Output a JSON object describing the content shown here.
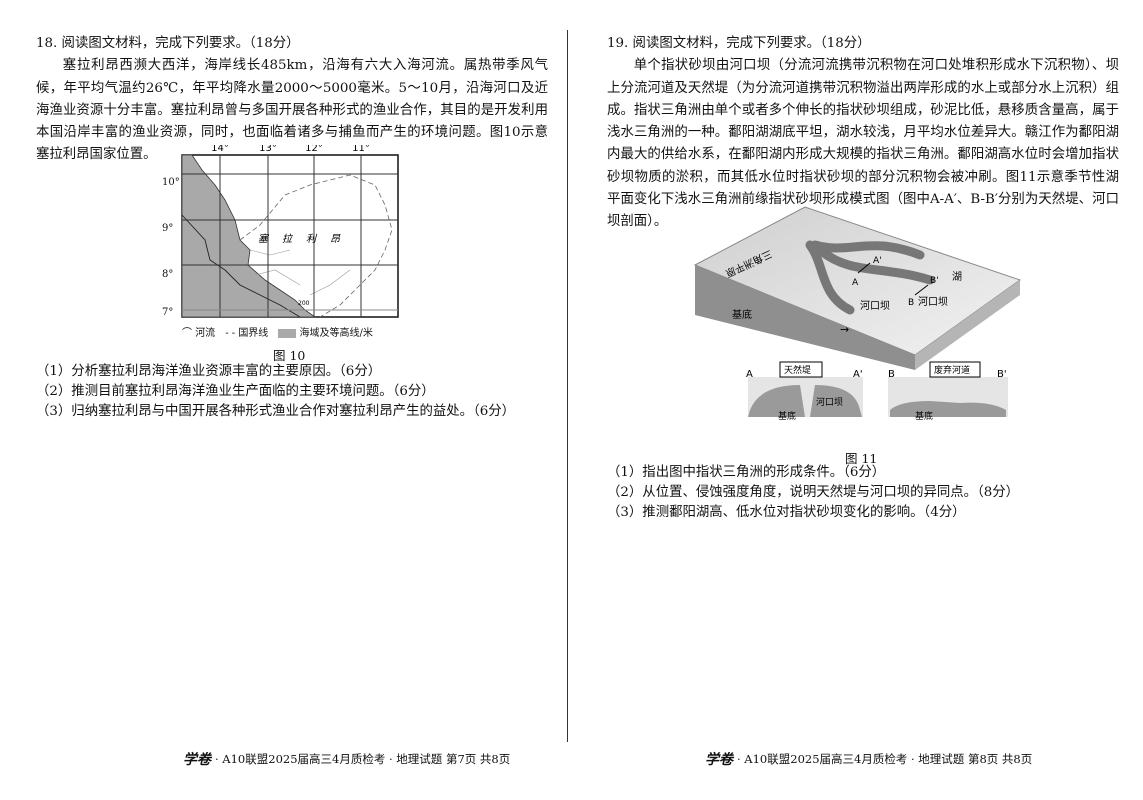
{
  "left": {
    "title": "18. 阅读图文材料，完成下列要求。（18分）",
    "paragraph": "塞拉利昂西濒大西洋，海岸线长485km，沿海有六大入海河流。属热带季风气候，年平均气温约26℃，年平均降水量2000～5000毫米。5～10月，沿海河口及近海渔业资源十分丰富。塞拉利昂曾与多国开展各种形式的渔业合作，其目的是开发利用本国沿岸丰富的渔业资源，同时，也面临着诸多与捕鱼而产生的环境问题。图10示意塞拉利昂国家位置。",
    "map": {
      "lon_labels": [
        "14°",
        "13°",
        "12°",
        "11°"
      ],
      "lat_labels": [
        "10°",
        "9°",
        "8°",
        "7°"
      ],
      "country_label": "塞拉利昂",
      "contour_label": "200",
      "legend": [
        "河流",
        "国界线",
        "海域及等高线/米"
      ]
    },
    "caption": "图 10",
    "questions": [
      "（1）分析塞拉利昂海洋渔业资源丰富的主要原因。（6分）",
      "（2）推测目前塞拉利昂海洋渔业生产面临的主要环境问题。（6分）",
      "（3）归纳塞拉利昂与中国开展各种形式渔业合作对塞拉利昂产生的益处。（6分）"
    ],
    "footer": "· A10联盟2025届高三4月质检考 · 地理试题  第7页  共8页"
  },
  "right": {
    "title": "19. 阅读图文材料，完成下列要求。（18分）",
    "paragraph": "单个指状砂坝由河口坝（分流河流携带沉积物在河口处堆积形成水下沉积物）、坝上分流河道及天然堤（为分流河道携带沉积物溢出两岸形成的水上或部分水上沉积）组成。指状三角洲由单个或者多个伸长的指状砂坝组成，砂泥比低，悬移质含量高，属于浅水三角洲的一种。鄱阳湖湖底平坦，湖水较浅，月平均水位差异大。赣江作为鄱阳湖内最大的供给水系，在鄱阳湖内形成大规模的指状三角洲。鄱阳湖高水位时会增加指状砂坝物质的淤积，而其低水位时指状砂坝的部分沉积物会被冲刷。图11示意季节性湖平面变化下浅水三角洲前缘指状砂坝形成模式图（图中A-A′、B-B′分别为天然堤、河口坝剖面）。",
    "diagram": {
      "plain_label": "三角洲平原",
      "lake_label": "湖",
      "bar_label_1": "河口坝",
      "bar_label_2": "河口坝",
      "base_label": "基底",
      "a": "A",
      "a2": "A'",
      "b": "B",
      "b2": "B'",
      "section_a_callout": "天然堤",
      "section_a_bar": "河口坝",
      "section_a_base": "基底",
      "section_b_callout": "废弃河道",
      "section_b_base": "基底"
    },
    "caption": "图 11",
    "questions": [
      "（1）指出图中指状三角洲的形成条件。（6分）",
      "（2）从位置、侵蚀强度角度，说明天然堤与河口坝的异同点。（8分）",
      "（3）推测鄱阳湖高、低水位对指状砂坝变化的影响。（4分）"
    ],
    "footer": "· A10联盟2025届高三4月质检考 · 地理试题  第8页  共8页"
  },
  "logo_text": "学卷"
}
